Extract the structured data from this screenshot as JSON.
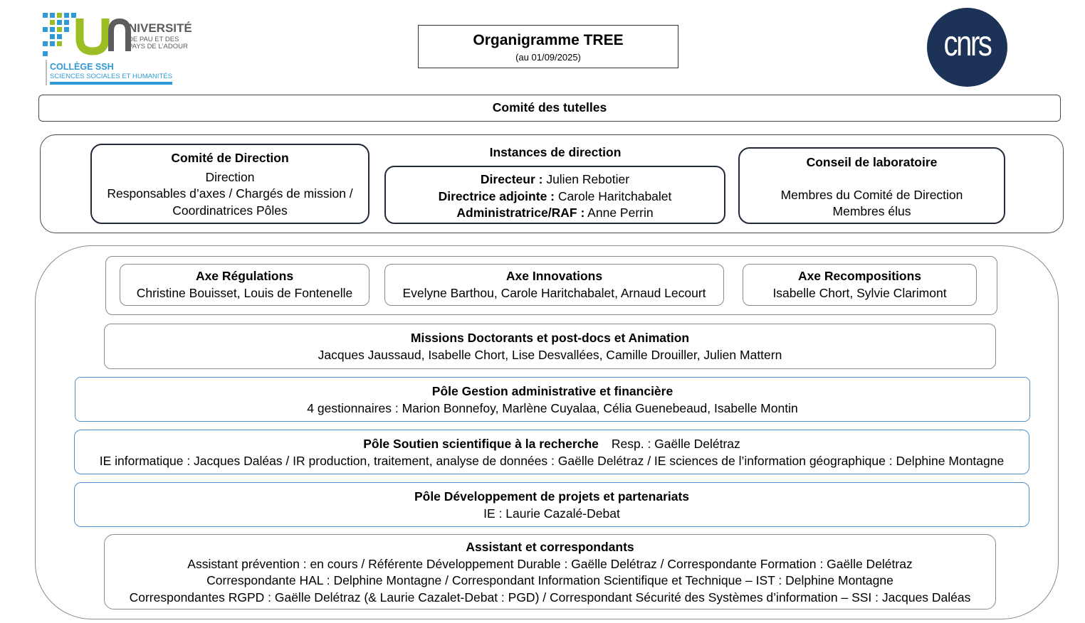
{
  "logos": {
    "univ_big": "NIVERSITÉ",
    "univ_small_1": "DE PAU ET DES",
    "univ_small_2": "PAYS DE L'ADOUR",
    "college": "COLLÈGE SSH",
    "college_sub": "SCIENCES SOCIALES ET HUMANITÉS",
    "cnrs": "cnrs"
  },
  "header": {
    "title": "Organigramme TREE",
    "date": "(au 01/09/2025)"
  },
  "tutelles": {
    "label": "Comité des tutelles"
  },
  "instances": {
    "label": "Instances de direction",
    "comite_direction": {
      "title": "Comité de Direction",
      "line1": "Direction",
      "line2": "Responsables d’axes / Chargés de mission /",
      "line3": "Coordinatrices Pôles"
    },
    "direction": {
      "r1_label": "Directeur :",
      "r1_value": " Julien Rebotier",
      "r2_label": "Directrice adjointe :",
      "r2_value": " Carole Haritchabalet",
      "r3_label": "Administratrice/RAF :",
      "r3_value": " Anne Perrin"
    },
    "conseil": {
      "title": "Conseil de laboratoire",
      "line1": "Membres du Comité de Direction",
      "line2": "Membres élus"
    }
  },
  "axes": [
    {
      "title": "Axe Régulations",
      "members": "Christine Bouisset, Louis de Fontenelle"
    },
    {
      "title": "Axe Innovations",
      "members": "Evelyne Barthou, Carole Haritchabalet, Arnaud Lecourt"
    },
    {
      "title": "Axe Recompositions",
      "members": "Isabelle Chort, Sylvie Clarimont"
    }
  ],
  "missions": {
    "title": "Missions Doctorants et post-docs et Animation",
    "members": "Jacques Jaussaud, Isabelle Chort, Lise Desvallées, Camille Drouiller, Julien Mattern"
  },
  "pole_gestion": {
    "title": "Pôle Gestion administrative et financière",
    "members": "4 gestionnaires : Marion Bonnefoy, Marlène Cuyalaa, Célia Guenebeaud, Isabelle Montin"
  },
  "pole_soutien": {
    "title": "Pôle Soutien scientifique à la recherche",
    "resp": "Resp. : Gaëlle Delétraz",
    "members": "IE informatique : Jacques Daléas / IR production, traitement, analyse de données : Gaëlle Delétraz / IE sciences de l’information géographique : Delphine Montagne"
  },
  "pole_dev": {
    "title": "Pôle Développement de projets et partenariats",
    "members": "IE : Laurie Cazalé-Debat"
  },
  "assistants": {
    "title": "Assistant et correspondants",
    "line1": "Assistant prévention : en cours /  Référente Développement Durable : Gaëlle Delétraz / Correspondante Formation : Gaëlle Delétraz",
    "line2": "Correspondante HAL : Delphine Montagne / Correspondant Information Scientifique et Technique – IST : Delphine Montagne",
    "line3": "Correspondantes RGPD : Gaëlle Delétraz (& Laurie Cazalet-Debat : PGD) / Correspondant Sécurité des Systèmes d’information – SSI : Jacques Daléas"
  },
  "colors": {
    "univ_blue": "#2e9ad6",
    "univ_green": "#9cbd23",
    "univ_grey": "#5c5c5c",
    "cnrs_navy": "#1d3257",
    "box_blue_border": "#4f90cc",
    "box_grey_border": "#4a4a4a",
    "box_dark_border": "#222a3a"
  }
}
